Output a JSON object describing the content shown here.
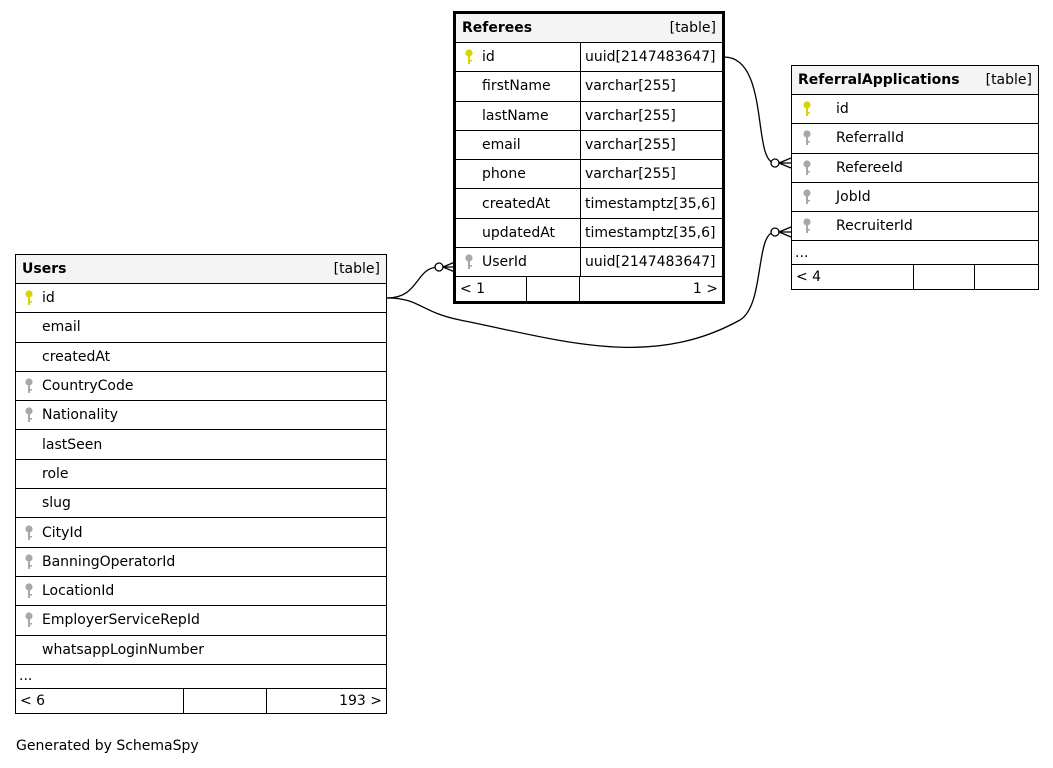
{
  "generated_by": "Generated by SchemaSpy",
  "referees": {
    "name": "Referees",
    "kind": "[table]",
    "columns": [
      {
        "name": "id",
        "type": "uuid[2147483647]",
        "key": "primary"
      },
      {
        "name": "firstName",
        "type": "varchar[255]",
        "key": "none"
      },
      {
        "name": "lastName",
        "type": "varchar[255]",
        "key": "none"
      },
      {
        "name": "email",
        "type": "varchar[255]",
        "key": "none"
      },
      {
        "name": "phone",
        "type": "varchar[255]",
        "key": "none"
      },
      {
        "name": "createdAt",
        "type": "timestamptz[35,6]",
        "key": "none"
      },
      {
        "name": "updatedAt",
        "type": "timestamptz[35,6]",
        "key": "none"
      },
      {
        "name": "UserId",
        "type": "uuid[2147483647]",
        "key": "foreign"
      }
    ],
    "footer_left": "< 1",
    "footer_right": "1 >"
  },
  "referral_applications": {
    "name": "ReferralApplications",
    "kind": "[table]",
    "columns": [
      {
        "name": "id",
        "key": "primary"
      },
      {
        "name": "ReferralId",
        "key": "foreign"
      },
      {
        "name": "RefereeId",
        "key": "foreign"
      },
      {
        "name": "JobId",
        "key": "foreign"
      },
      {
        "name": "RecruiterId",
        "key": "foreign"
      }
    ],
    "ellipsis": "...",
    "footer_left": "< 4",
    "footer_right": ""
  },
  "users": {
    "name": "Users",
    "kind": "[table]",
    "columns": [
      {
        "name": "id",
        "key": "primary"
      },
      {
        "name": "email",
        "key": "none"
      },
      {
        "name": "createdAt",
        "key": "none"
      },
      {
        "name": "CountryCode",
        "key": "foreign"
      },
      {
        "name": "Nationality",
        "key": "foreign"
      },
      {
        "name": "lastSeen",
        "key": "none"
      },
      {
        "name": "role",
        "key": "none"
      },
      {
        "name": "slug",
        "key": "none"
      },
      {
        "name": "CityId",
        "key": "foreign"
      },
      {
        "name": "BanningOperatorId",
        "key": "foreign"
      },
      {
        "name": "LocationId",
        "key": "foreign"
      },
      {
        "name": "EmployerServiceRepId",
        "key": "foreign"
      },
      {
        "name": "whatsappLoginNumber",
        "key": "none"
      }
    ],
    "ellipsis": "...",
    "footer_left": "< 6",
    "footer_right": "193 >"
  },
  "colors": {
    "primary_key": "#d8d400",
    "foreign_key": "#a8a8a8",
    "header_bg": "#f4f4f4",
    "border": "#000000"
  },
  "relationships": [
    {
      "from": "ReferralApplications.RefereeId",
      "to": "Referees.id"
    },
    {
      "from": "ReferralApplications.RecruiterId",
      "to": "Users.id"
    },
    {
      "from": "Referees.UserId",
      "to": "Users.id"
    }
  ]
}
